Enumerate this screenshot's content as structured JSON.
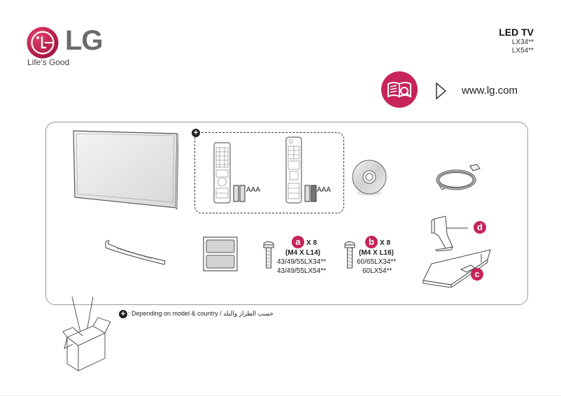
{
  "header": {
    "brand": "LG",
    "tagline": "Life's Good",
    "product_title": "LED TV",
    "models": [
      "LX34**",
      "LX54**"
    ]
  },
  "manual_link": {
    "icon": "manual-search-icon",
    "arrow_icon": "play-arrow-icon",
    "url": "www.lg.com",
    "accent_color": "#c6245a"
  },
  "components": {
    "tv": "tv-icon",
    "remotes": [
      {
        "icon": "remote-basic-icon",
        "battery_label": "AAA"
      },
      {
        "icon": "remote-magic-icon",
        "battery_label": "AAA"
      }
    ],
    "disc": "cd-icon",
    "power_cord": "power-cord-icon",
    "cable_holder": "cable-holder-icon",
    "tray": "tray-icon",
    "screws": [
      {
        "letter": "a",
        "qty": "X 8",
        "size": "(M4 X L14)",
        "models": [
          "43/49/55LX34**",
          "43/49/55LX54**"
        ]
      },
      {
        "letter": "b",
        "qty": "X 8",
        "size": "(M4 X L16)",
        "models": [
          "60/65LX34**",
          "60LX54**"
        ]
      }
    ],
    "stand": {
      "neck_label": "d",
      "base_label": "c"
    }
  },
  "footnote": {
    "icon": "plus-icon",
    "text": ": Depending on model & country /",
    "arabic": "حسب الطراز والبلد"
  }
}
